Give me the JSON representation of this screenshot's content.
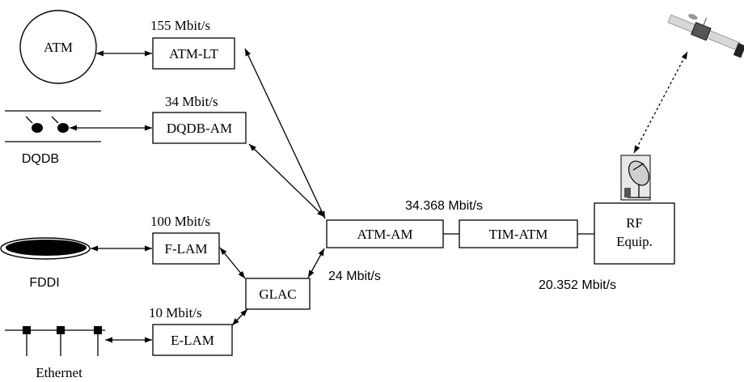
{
  "nodes": {
    "atm_cloud": "ATM",
    "atm_lt": "ATM-LT",
    "dqdb_am": "DQDB-AM",
    "f_lam": "F-LAM",
    "glac": "GLAC",
    "e_lam": "E-LAM",
    "atm_am": "ATM-AM",
    "tim_atm": "TIM-ATM",
    "rf_line1": "RF",
    "rf_line2": "Equip."
  },
  "networks": {
    "dqdb": "DQDB",
    "fddi": "FDDI",
    "ethernet": "Ethernet"
  },
  "rates": {
    "atm": "155 Mbit/s",
    "dqdb": "34 Mbit/s",
    "fddi": "100 Mbit/s",
    "ethernet": "10 Mbit/s",
    "glac_link": "24 Mbit/s",
    "tim_link": "34.368 Mbit/s",
    "rf_link": "20.352 Mbit/s"
  },
  "icons": [
    "satellite-icon",
    "satellite-dish-icon",
    "dqdb-station-icon",
    "fddi-ring-icon",
    "ethernet-tap-icon"
  ]
}
